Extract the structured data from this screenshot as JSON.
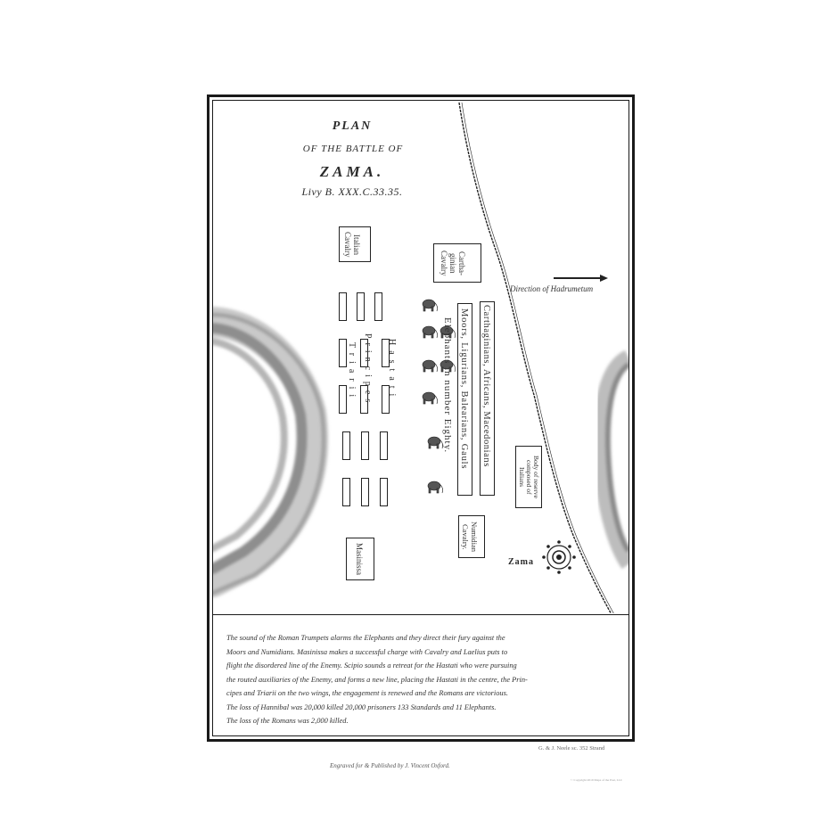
{
  "title": {
    "line1": "PLAN",
    "line2": "OF THE BATTLE OF",
    "line3": "ZAMA.",
    "line4": "Livy B. XXX.C.33.35."
  },
  "units": {
    "italian_cavalry": "Italian\nCavalry",
    "carthaginian_cavalry": "Cartha-\nginian\nCavalry",
    "numidian_cavalry": "Numidian\nCavalry.",
    "masinissa": "Masinissa",
    "reserve": "Body of reserve\ncomposed of\nItalians",
    "hastati": "Hastati",
    "principes": "Principes",
    "triarii": "Triarii",
    "elephants": "Elephants in number Eighty.",
    "moors": "Moors, Ligurians, Balearians, Gauls",
    "carthaginians": "Carthaginians, Africans, Macedonians"
  },
  "labels": {
    "direction": "Direction of Hadrumetum",
    "zama": "Zama"
  },
  "note": [
    "The sound of the Roman Trumpets alarms the Elephants and they direct their fury against the",
    "Moors and Numidians. Masinissa makes a successful charge with Cavalry and Laelius puts to",
    "flight the disordered line of the Enemy. Scipio sounds a retreat for the Hastati who were pursuing",
    "the routed auxiliaries of the Enemy, and forms a new line, placing the Hastati in the centre, the Prin-",
    "cipes and Triarii on the two wings, the engagement is renewed and the Romans are victorious.",
    "The loss of Hannibal was 20,000 killed 20,000 prisoners 133 Standards and 11 Elephants.",
    "The loss of the Romans was 2,000 killed."
  ],
  "credits": {
    "engraver": "G. & J. Neele sc. 352 Strand",
    "publisher": "Engraved for & Published by J. Vincent Oxford.",
    "copyright": "© Copyright 2019 Maps of the Past, LLC"
  },
  "colors": {
    "ink": "#2b2b2b",
    "hill": "#8a8a8a",
    "paper": "#ffffff"
  }
}
